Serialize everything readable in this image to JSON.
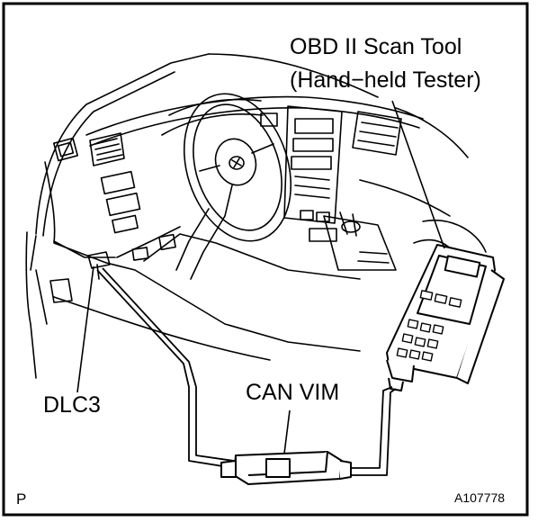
{
  "labels": {
    "scan_tool_line1": "OBD II Scan Tool",
    "scan_tool_line2": "(Hand−held Tester)",
    "can_vim": "CAN VIM",
    "dlc3": "DLC3",
    "corner_mark": "P",
    "figure_code": "A107778"
  },
  "colors": {
    "ink": "#000000",
    "paper": "#ffffff"
  }
}
